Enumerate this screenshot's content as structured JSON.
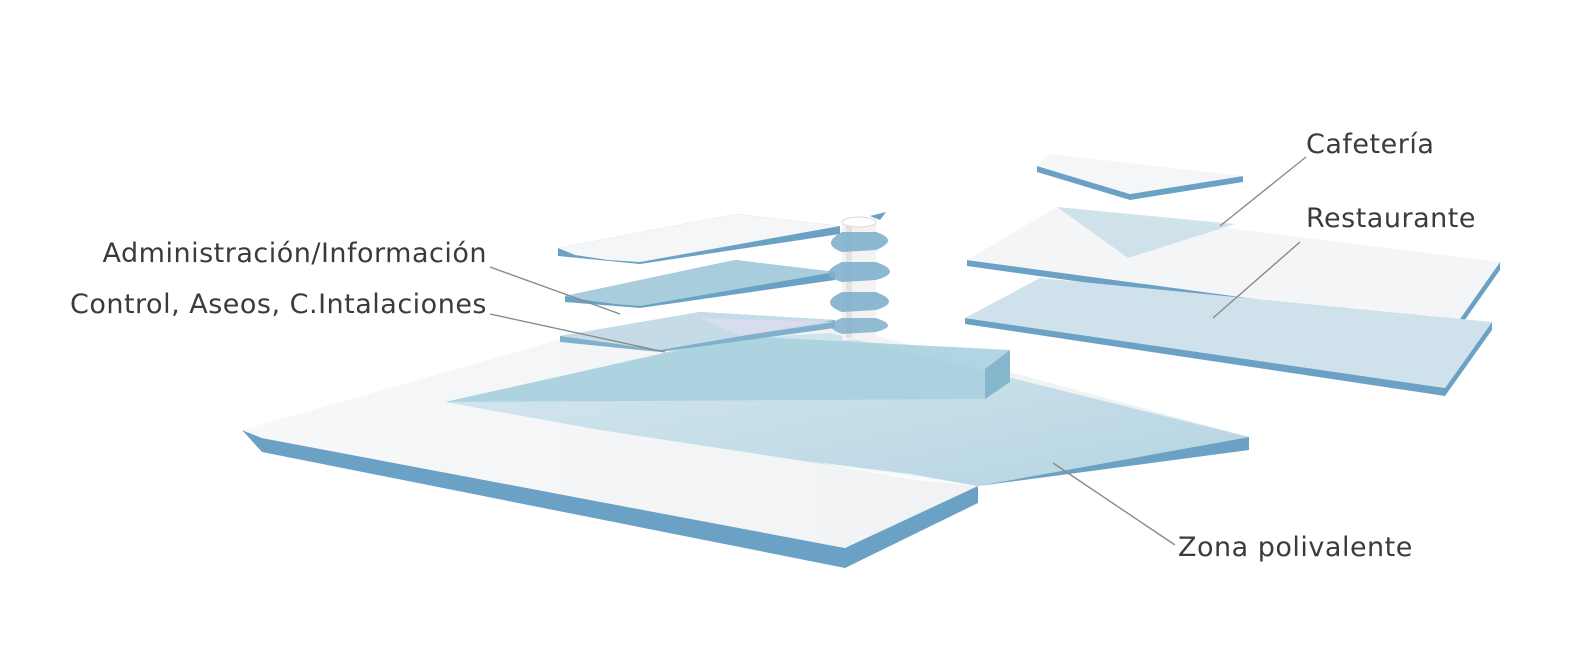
{
  "labels": {
    "administracion": "Administración/Información",
    "control": "Control, Aseos, C.Intalaciones",
    "cafeteria": "Cafetería",
    "restaurante": "Restaurante",
    "zona": "Zona polivalente"
  },
  "colors": {
    "slab_top": "#f4f5f6",
    "slab_edge": "#6ba1c5",
    "glass": "#b9d8e4",
    "leader": "#8a8a8a",
    "text": "#3b3b3b"
  }
}
